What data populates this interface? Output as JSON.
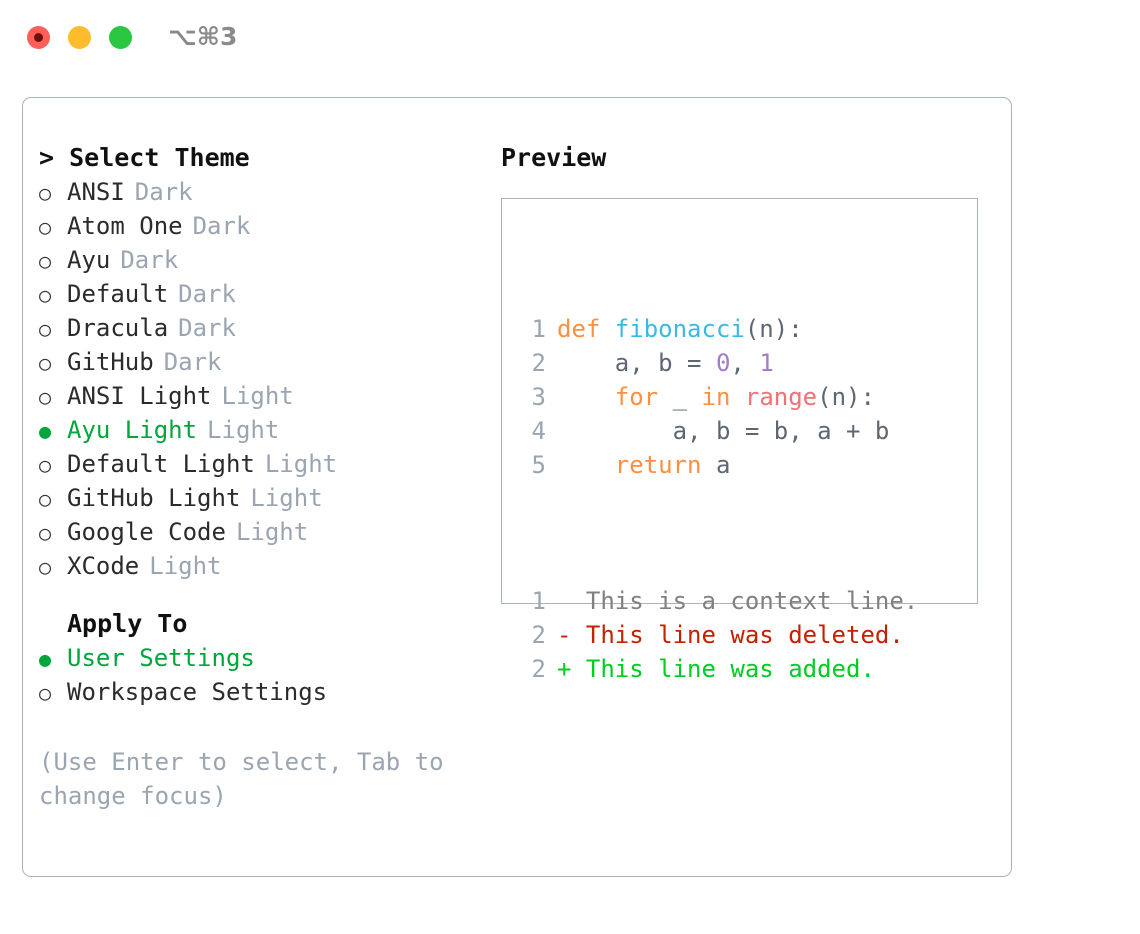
{
  "titlebar": {
    "shortcut": "⌥⌘3",
    "lights": [
      {
        "name": "close",
        "color": "#fc6058"
      },
      {
        "name": "minimize",
        "color": "#fdbc2e"
      },
      {
        "name": "maximize",
        "color": "#29c840"
      }
    ]
  },
  "theme_section": {
    "header": "> Select Theme",
    "items": [
      {
        "marker": "○",
        "label": "ANSI",
        "badge": "Dark",
        "selected": false
      },
      {
        "marker": "○",
        "label": "Atom One",
        "badge": "Dark",
        "selected": false
      },
      {
        "marker": "○",
        "label": "Ayu",
        "badge": "Dark",
        "selected": false
      },
      {
        "marker": "○",
        "label": "Default",
        "badge": "Dark",
        "selected": false
      },
      {
        "marker": "○",
        "label": "Dracula",
        "badge": "Dark",
        "selected": false
      },
      {
        "marker": "○",
        "label": "GitHub",
        "badge": "Dark",
        "selected": false
      },
      {
        "marker": "○",
        "label": "ANSI Light",
        "badge": "Light",
        "selected": false
      },
      {
        "marker": "●",
        "label": "Ayu Light",
        "badge": "Light",
        "selected": true
      },
      {
        "marker": "○",
        "label": "Default Light",
        "badge": "Light",
        "selected": false
      },
      {
        "marker": "○",
        "label": "GitHub Light",
        "badge": "Light",
        "selected": false
      },
      {
        "marker": "○",
        "label": "Google Code",
        "badge": "Light",
        "selected": false
      },
      {
        "marker": "○",
        "label": "XCode",
        "badge": "Light",
        "selected": false
      }
    ]
  },
  "apply_section": {
    "header": "Apply To",
    "items": [
      {
        "marker": "●",
        "label": "User Settings",
        "selected": true
      },
      {
        "marker": "○",
        "label": "Workspace Settings",
        "selected": false
      }
    ]
  },
  "hint": "(Use Enter to select, Tab to change focus)",
  "preview": {
    "title": "Preview",
    "code_lines": [
      {
        "num": "1",
        "tokens": [
          {
            "text": "def ",
            "type": "keyword"
          },
          {
            "text": "fibonacci",
            "type": "function"
          },
          {
            "text": "(n):",
            "type": "plain"
          }
        ]
      },
      {
        "num": "2",
        "tokens": [
          {
            "text": "    a, b = ",
            "type": "plain"
          },
          {
            "text": "0",
            "type": "number"
          },
          {
            "text": ", ",
            "type": "plain"
          },
          {
            "text": "1",
            "type": "number"
          }
        ]
      },
      {
        "num": "3",
        "tokens": [
          {
            "text": "    ",
            "type": "plain"
          },
          {
            "text": "for",
            "type": "keyword"
          },
          {
            "text": " _ ",
            "type": "plain"
          },
          {
            "text": "in",
            "type": "keyword"
          },
          {
            "text": " ",
            "type": "plain"
          },
          {
            "text": "range",
            "type": "call"
          },
          {
            "text": "(n):",
            "type": "plain"
          }
        ]
      },
      {
        "num": "4",
        "tokens": [
          {
            "text": "        a, b = b, a + b",
            "type": "plain"
          }
        ]
      },
      {
        "num": "5",
        "tokens": [
          {
            "text": "    ",
            "type": "plain"
          },
          {
            "text": "return",
            "type": "keyword"
          },
          {
            "text": " a",
            "type": "plain"
          }
        ]
      }
    ],
    "diff_lines": [
      {
        "num": "1",
        "sign": " ",
        "text": " This is a context line.",
        "type": "context"
      },
      {
        "num": "2",
        "sign": "-",
        "text": " This line was deleted.",
        "type": "deleted"
      },
      {
        "num": "2",
        "sign": "+",
        "text": " This line was added.",
        "type": "added"
      }
    ]
  },
  "colors": {
    "accent_green": "#00a63c",
    "muted": "#9aa5b1",
    "border": "#a9b2bd",
    "keyword": "#ff8f40",
    "function": "#39bae6",
    "number": "#a37acc",
    "call": "#f07178",
    "diff_added": "#00cc22",
    "diff_deleted": "#c42100"
  }
}
